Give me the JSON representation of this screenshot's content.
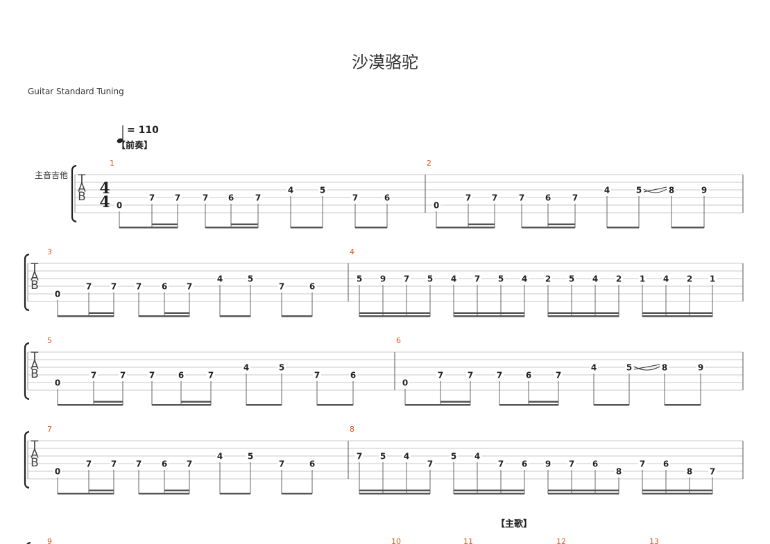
{
  "header": {
    "title": "沙漠骆驼",
    "tuning": "Guitar Standard Tuning",
    "tempo": "= 110",
    "intro_label": "【前奏】",
    "verse_label": "【主歌】",
    "track_name": "主音吉他"
  },
  "time_signature": {
    "numerator": "4",
    "denominator": "4"
  },
  "tab_clef": [
    "T",
    "A",
    "B"
  ],
  "measures": [
    {
      "number": "1",
      "notes": [
        {
          "fret": "0",
          "string": 5
        },
        {
          "fret": "7",
          "string": 4
        },
        {
          "fret": "7",
          "string": 4
        },
        {
          "fret": "7",
          "string": 4
        },
        {
          "fret": "6",
          "string": 4
        },
        {
          "fret": "7",
          "string": 4
        },
        {
          "fret": "4",
          "string": 3
        },
        {
          "fret": "5",
          "string": 3
        },
        {
          "fret": "7",
          "string": 4
        },
        {
          "fret": "6",
          "string": 4
        }
      ]
    },
    {
      "number": "2",
      "notes": [
        {
          "fret": "0",
          "string": 5
        },
        {
          "fret": "7",
          "string": 4
        },
        {
          "fret": "7",
          "string": 4
        },
        {
          "fret": "7",
          "string": 4
        },
        {
          "fret": "6",
          "string": 4
        },
        {
          "fret": "7",
          "string": 4
        },
        {
          "fret": "4",
          "string": 3
        },
        {
          "fret": "5",
          "string": 3
        },
        {
          "fret": "8",
          "string": 3
        },
        {
          "fret": "9",
          "string": 3
        }
      ]
    },
    {
      "number": "3",
      "notes": [
        {
          "fret": "0",
          "string": 5
        },
        {
          "fret": "7",
          "string": 4
        },
        {
          "fret": "7",
          "string": 4
        },
        {
          "fret": "7",
          "string": 4
        },
        {
          "fret": "6",
          "string": 4
        },
        {
          "fret": "7",
          "string": 4
        },
        {
          "fret": "4",
          "string": 3
        },
        {
          "fret": "5",
          "string": 3
        },
        {
          "fret": "7",
          "string": 4
        },
        {
          "fret": "6",
          "string": 4
        }
      ]
    },
    {
      "number": "4",
      "notes": [
        {
          "fret": "5",
          "string": 3
        },
        {
          "fret": "9",
          "string": 3
        },
        {
          "fret": "7",
          "string": 3
        },
        {
          "fret": "5",
          "string": 3
        },
        {
          "fret": "4",
          "string": 3
        },
        {
          "fret": "7",
          "string": 3
        },
        {
          "fret": "5",
          "string": 3
        },
        {
          "fret": "4",
          "string": 3
        },
        {
          "fret": "2",
          "string": 3
        },
        {
          "fret": "5",
          "string": 3
        },
        {
          "fret": "4",
          "string": 3
        },
        {
          "fret": "2",
          "string": 3
        },
        {
          "fret": "1",
          "string": 3
        },
        {
          "fret": "4",
          "string": 3
        },
        {
          "fret": "2",
          "string": 3
        },
        {
          "fret": "1",
          "string": 3
        }
      ]
    },
    {
      "number": "5",
      "notes": [
        {
          "fret": "0",
          "string": 5
        },
        {
          "fret": "7",
          "string": 4
        },
        {
          "fret": "7",
          "string": 4
        },
        {
          "fret": "7",
          "string": 4
        },
        {
          "fret": "6",
          "string": 4
        },
        {
          "fret": "7",
          "string": 4
        },
        {
          "fret": "4",
          "string": 3
        },
        {
          "fret": "5",
          "string": 3
        },
        {
          "fret": "7",
          "string": 4
        },
        {
          "fret": "6",
          "string": 4
        }
      ]
    },
    {
      "number": "6",
      "notes": [
        {
          "fret": "0",
          "string": 5
        },
        {
          "fret": "7",
          "string": 4
        },
        {
          "fret": "7",
          "string": 4
        },
        {
          "fret": "7",
          "string": 4
        },
        {
          "fret": "6",
          "string": 4
        },
        {
          "fret": "7",
          "string": 4
        },
        {
          "fret": "4",
          "string": 3
        },
        {
          "fret": "5",
          "string": 3
        },
        {
          "fret": "8",
          "string": 3
        },
        {
          "fret": "9",
          "string": 3
        }
      ]
    },
    {
      "number": "7",
      "notes": [
        {
          "fret": "0",
          "string": 5
        },
        {
          "fret": "7",
          "string": 4
        },
        {
          "fret": "7",
          "string": 4
        },
        {
          "fret": "7",
          "string": 4
        },
        {
          "fret": "6",
          "string": 4
        },
        {
          "fret": "7",
          "string": 4
        },
        {
          "fret": "4",
          "string": 3
        },
        {
          "fret": "5",
          "string": 3
        },
        {
          "fret": "7",
          "string": 4
        },
        {
          "fret": "6",
          "string": 4
        }
      ]
    },
    {
      "number": "8",
      "notes": [
        {
          "fret": "7",
          "string": 3
        },
        {
          "fret": "5",
          "string": 3
        },
        {
          "fret": "4",
          "string": 3
        },
        {
          "fret": "7",
          "string": 4
        },
        {
          "fret": "5",
          "string": 3
        },
        {
          "fret": "4",
          "string": 3
        },
        {
          "fret": "7",
          "string": 4
        },
        {
          "fret": "6",
          "string": 4
        },
        {
          "fret": "9",
          "string": 4
        },
        {
          "fret": "7",
          "string": 4
        },
        {
          "fret": "6",
          "string": 4
        },
        {
          "fret": "8",
          "string": 5
        },
        {
          "fret": "7",
          "string": 4
        },
        {
          "fret": "6",
          "string": 4
        },
        {
          "fret": "8",
          "string": 5
        },
        {
          "fret": "7",
          "string": 5
        }
      ]
    }
  ],
  "next_measure_numbers": [
    "9",
    "10",
    "11",
    "12",
    "13"
  ]
}
